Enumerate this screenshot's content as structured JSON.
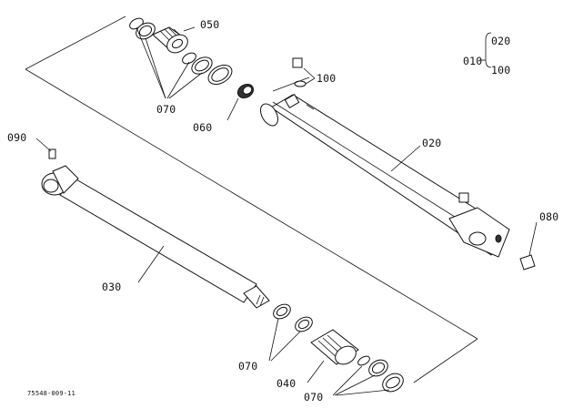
{
  "labels": {
    "p050": "050",
    "p070_top": "070",
    "p060": "060",
    "p100": "100",
    "p020": "020",
    "p090": "090",
    "p080": "080",
    "p030": "030",
    "p070_left": "070",
    "p040": "040",
    "p070_bottom": "070"
  },
  "legend": {
    "parent": "010",
    "child_a": "020",
    "child_b": "100"
  },
  "doc_code": "75548-009-11"
}
